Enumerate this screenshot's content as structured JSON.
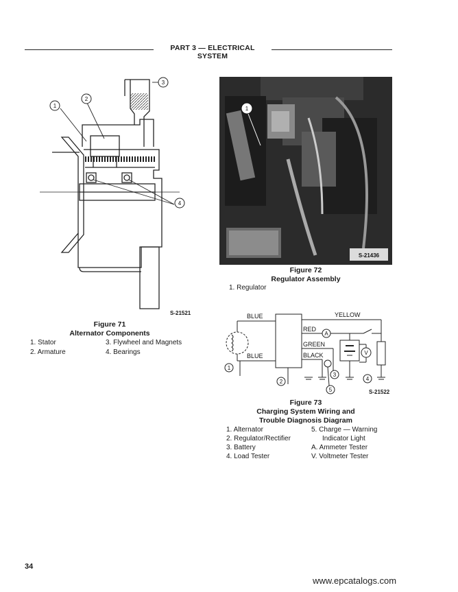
{
  "header": {
    "title": "PART 3 — ELECTRICAL SYSTEM"
  },
  "fig71": {
    "callouts": [
      "1",
      "2",
      "3",
      "4"
    ],
    "code": "S-21521",
    "number": "Figure 71",
    "title": "Alternator Components",
    "items": [
      "1.  Stator",
      "2.  Armature",
      "3.  Flywheel and Magnets",
      "4.  Bearings"
    ]
  },
  "fig72": {
    "callouts": [
      "1"
    ],
    "code": "S-21436",
    "number": "Figure 72",
    "title": "Regulator Assembly",
    "items": [
      "1.  Regulator"
    ]
  },
  "fig73": {
    "wire_labels": {
      "blue_top": "BLUE",
      "blue_bottom": "BLUE",
      "yellow": "YELLOW",
      "red": "RED",
      "green": "GREEN",
      "black": "BLACK"
    },
    "meters": {
      "ammeter": "A",
      "voltmeter": "V"
    },
    "callouts": [
      "1",
      "2",
      "3",
      "4",
      "5"
    ],
    "code": "S-21522",
    "number": "Figure 73",
    "title_line1": "Charging System Wiring and",
    "title_line2": "Trouble Diagnosis Diagram",
    "items": [
      "1.  Alternator",
      "2.  Regulator/Rectifier",
      "3.  Battery",
      "4.  Load Tester",
      "5.  Charge — Warning",
      "Indicator Light",
      "A.  Ammeter Tester",
      "V.  Voltmeter Tester"
    ]
  },
  "page_number": "34",
  "footer": {
    "url": "www.epcatalogs.com"
  }
}
